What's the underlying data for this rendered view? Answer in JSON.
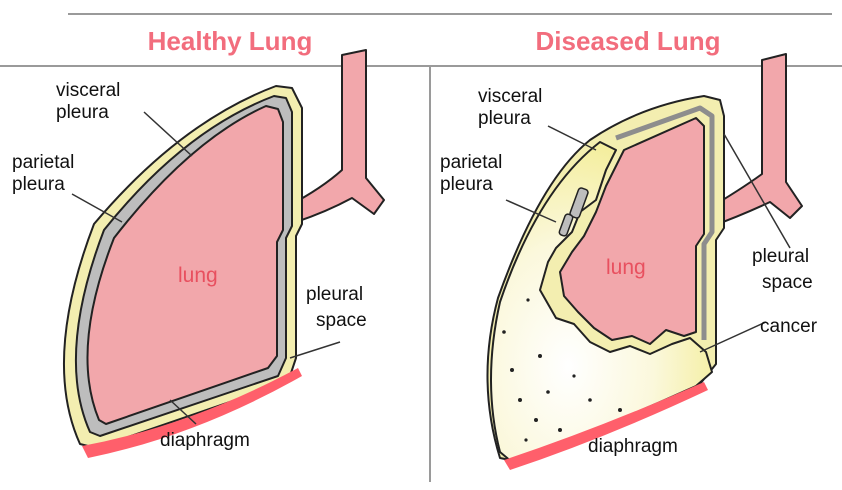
{
  "healthy": {
    "title": "Healthy Lung",
    "labels": {
      "visceral_1": "visceral",
      "visceral_2": "pleura",
      "parietal_1": "parietal",
      "parietal_2": "pleura",
      "lung": "lung",
      "space_1": "pleural",
      "space_2": "space",
      "diaphragm": "diaphragm"
    }
  },
  "diseased": {
    "title": "Diseased Lung",
    "labels": {
      "visceral_1": "visceral",
      "visceral_2": "pleura",
      "parietal_1": "parietal",
      "parietal_2": "pleura",
      "lung": "lung",
      "space_1": "pleural",
      "space_2": "space",
      "cancer": "cancer",
      "diaphragm": "diaphragm"
    }
  },
  "colors": {
    "title": "#f26d7d",
    "lung": "#f2a7ab",
    "lung_text": "#e8505f",
    "parietal": "#f3eeb0",
    "visceral": "#bdbdbd",
    "diaphragm": "#ff5f6b",
    "cancer": "#fbf8d2",
    "divider": "#9a9a9a"
  }
}
